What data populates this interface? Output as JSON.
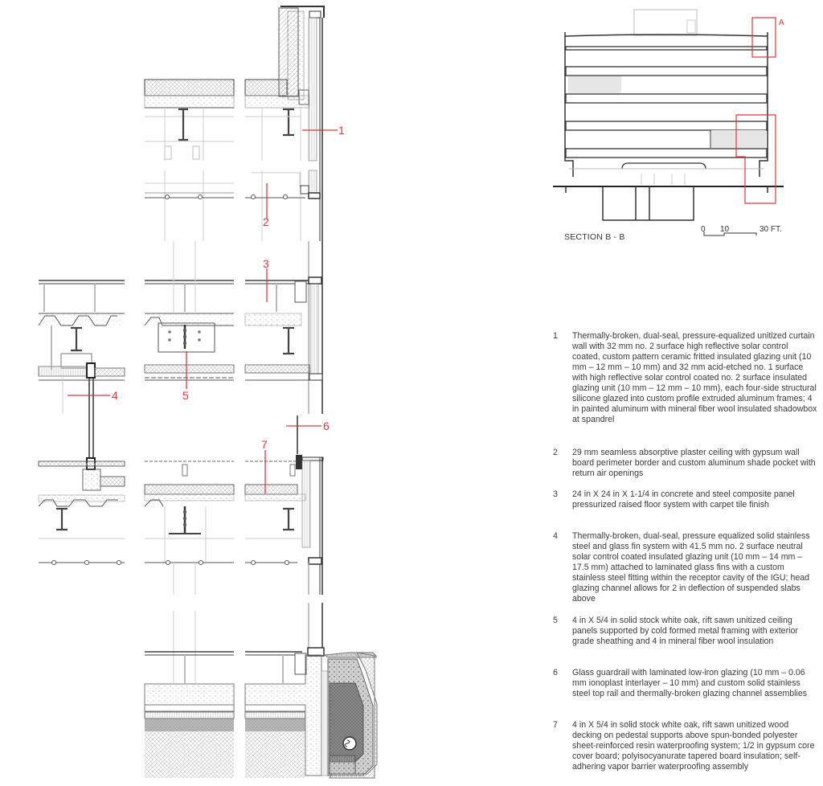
{
  "colors": {
    "accent_red": "#e0363c",
    "line_dark": "#333333",
    "line_light": "#c8c8c8",
    "hatch_gray": "#d9d9d9",
    "fill_dark_gray": "#9a9a9a"
  },
  "section": {
    "title": "SECTION  B - B",
    "callout_label": "A",
    "scale": {
      "ticks": [
        "0",
        "10",
        "30 FT."
      ]
    }
  },
  "detail_labels": [
    {
      "id": "1",
      "text": "1"
    },
    {
      "id": "2",
      "text": "2"
    },
    {
      "id": "3",
      "text": "3"
    },
    {
      "id": "4",
      "text": "4"
    },
    {
      "id": "5",
      "text": "5"
    },
    {
      "id": "6",
      "text": "6"
    },
    {
      "id": "7",
      "text": "7"
    }
  ],
  "notes": [
    {
      "num": "1",
      "text": "Thermally-broken, dual-seal, pressure-equalized unitized curtain wall with 32 mm no. 2 surface high reflective solar control coated, custom pattern ceramic fritted insulated glazing unit (10 mm – 12 mm – 10 mm) and 32 mm acid-etched no. 1 surface with high reflective solar control coated no. 2 surface insulated glazing unit (10 mm – 12 mm – 10 mm), each four-side structural silicone glazed into custom profile extruded aluminum frames; 4 in painted aluminum with mineral fiber wool insulated shadowbox at spandrel"
    },
    {
      "num": "2",
      "text": "29 mm seamless absorptive plaster ceiling with gypsum wall board perimeter border and custom aluminum shade pocket with return air openings"
    },
    {
      "num": "3",
      "text": "24 in X 24 in X 1-1/4 in concrete and steel composite panel pressurized raised floor system with carpet tile finish"
    },
    {
      "num": "4",
      "text": "Thermally-broken, dual-seal, pressure equalized solid stainless steel and glass fin system with 41.5 mm no. 2 surface neutral solar control coated insulated glazing unit (10 mm – 14 mm – 17.5 mm) attached to laminated glass fins with a custom stainless steel fitting within the receptor cavity of the IGU; head glazing channel allows for 2 in deflection of suspended slabs above"
    },
    {
      "num": "5",
      "text": "4 in X 5/4 in solid stock white oak, rift sawn unitized ceiling panels supported by cold formed metal framing with exterior grade sheathing and 4 in mineral fiber wool insulation"
    },
    {
      "num": "6",
      "text": "Glass guardrail with laminated low-iron glazing (10 mm – 0.06 mm ionoplast interlayer – 10 mm) and custom solid stainless steel top rail and thermally-broken glazing channel assemblies"
    },
    {
      "num": "7",
      "text": "4 in X 5/4 in solid stock white oak, rift sawn unitized wood decking on pedestal supports above spun-bonded polyester sheet-reinforced resin waterproofing system; 1/2 in gypsum core cover board; polyisocyanurate tapered board insulation; self-adhering vapor barrier waterproofing assembly"
    }
  ]
}
